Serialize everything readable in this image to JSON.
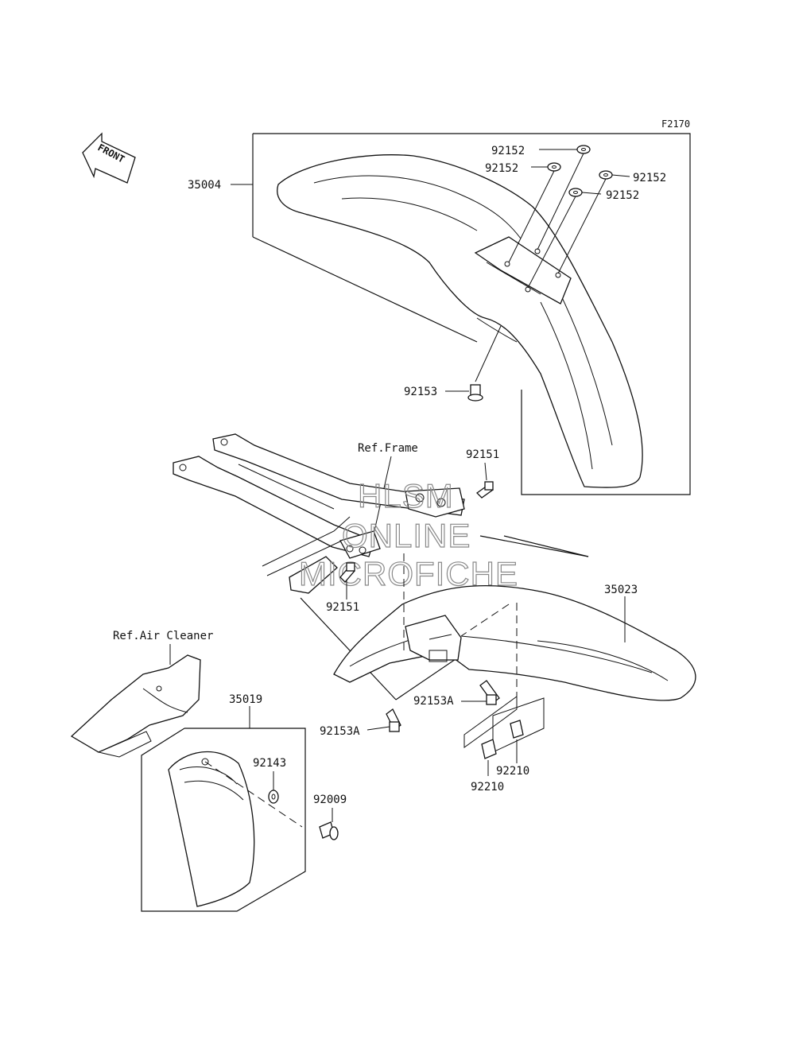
{
  "figure_code": "F2170",
  "front_arrow_label": "FRONT",
  "refs": {
    "frame": "Ref.Frame",
    "air_cleaner": "Ref.Air Cleaner"
  },
  "watermark": [
    "HLSM",
    "ONLINE",
    "MICROFICHE"
  ],
  "parts": {
    "front_fender": "35004",
    "rear_fender": "35023",
    "flap": "35019",
    "washer_a": "92152",
    "washer_b": "92152",
    "washer_c": "92152",
    "washer_d": "92152",
    "bolt_front": "92153",
    "bolt_frame_top": "92151",
    "bolt_frame_mid": "92151",
    "bolt_rear_a": "92153A",
    "bolt_rear_b": "92153A",
    "washer_flap": "92143",
    "screw_flap": "92009",
    "nut_a": "92210",
    "nut_b": "92210"
  }
}
